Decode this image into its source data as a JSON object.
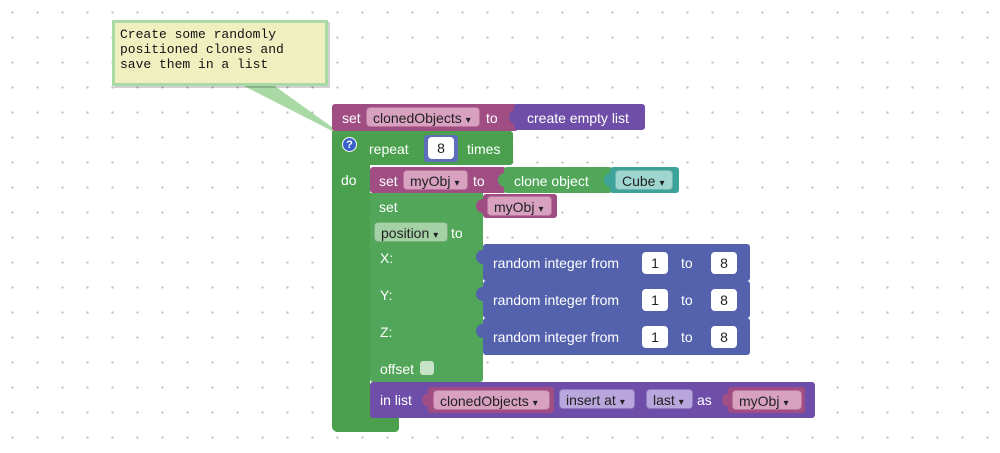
{
  "comment": {
    "lines": [
      "Create some randomly",
      "positioned clones and",
      "save them in a list"
    ]
  },
  "set_block": {
    "keyword": "set",
    "variable": "clonedObjects",
    "to_label": "to",
    "value_label": "create empty list"
  },
  "repeat_block": {
    "help_icon": "question-icon",
    "help_text": "?",
    "keyword": "repeat",
    "count": "8",
    "times_label": "times",
    "do_label": "do"
  },
  "clone_block": {
    "keyword": "set",
    "variable": "myObj",
    "to_label": "to",
    "clone_label": "clone object",
    "object": "Cube"
  },
  "set_prop_block": {
    "keyword": "set",
    "target": "myObj",
    "property": "position",
    "to_label": "to",
    "x_label": "X:",
    "y_label": "Y:",
    "z_label": "Z:",
    "offset_label": "offset"
  },
  "random_blocks": [
    {
      "label": "random integer from",
      "from": "1",
      "to_label": "to",
      "to": "8"
    },
    {
      "label": "random integer from",
      "from": "1",
      "to_label": "to",
      "to": "8"
    },
    {
      "label": "random integer from",
      "from": "1",
      "to_label": "to",
      "to": "8"
    }
  ],
  "list_block": {
    "prefix": "in list",
    "list": "clonedObjects",
    "mode": "insert at",
    "where": "last",
    "as_label": "as",
    "item": "myObj"
  },
  "dropdown_arrow": "▾",
  "colors": {
    "variables": "#9f4d83",
    "lists": "#6e4ea8",
    "control": "#4aa04d",
    "math": "#5461ad",
    "objects": "#3ba39a"
  }
}
